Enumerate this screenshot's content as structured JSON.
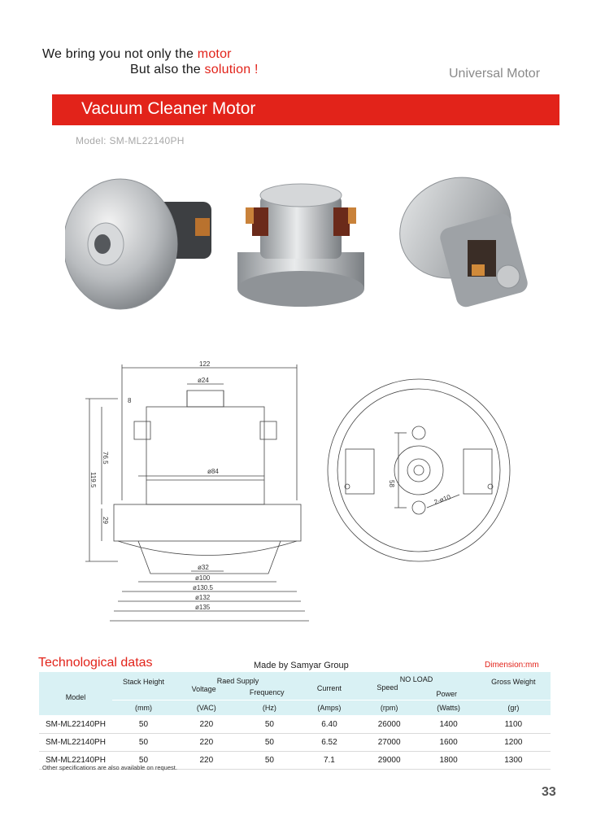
{
  "header": {
    "tagline_1_prefix": "We bring you not only the ",
    "tagline_1_highlight": "motor",
    "tagline_2_prefix": "But also the ",
    "tagline_2_highlight": "solution !",
    "category": "Universal Motor"
  },
  "banner": {
    "title": "Vacuum Cleaner Motor"
  },
  "model_label": "Model: SM-ML22140PH",
  "drawing": {
    "dims": [
      "122",
      "ø24",
      "8",
      "76.5",
      "119.5",
      "ø84",
      "29",
      "ø32",
      "ø100",
      "ø130.5",
      "ø132",
      "ø135"
    ],
    "front_dims": [
      "58",
      "2-ø10"
    ]
  },
  "tech": {
    "title": "Technological datas",
    "maker": "Made by Samyar Group",
    "dimension_unit": "Dimension:mm",
    "headers": {
      "model": "Model",
      "stack_height": "Stack Height",
      "rated_supply": "Raed Supply",
      "voltage": "Voltage",
      "frequency": "Frequency",
      "current": "Current",
      "no_load": "NO LOAD",
      "speed": "Speed",
      "power": "Power",
      "gross_weight": "Gross Weight"
    },
    "units": [
      "(mm)",
      "(VAC)",
      "(Hz)",
      "(Amps)",
      "(rpm)",
      "(Watts)",
      "(gr)"
    ],
    "rows": [
      [
        "SM-ML22140PH",
        "50",
        "220",
        "50",
        "6.40",
        "26000",
        "1400",
        "1100"
      ],
      [
        "SM-ML22140PH",
        "50",
        "220",
        "50",
        "6.52",
        "27000",
        "1600",
        "1200"
      ],
      [
        "SM-ML22140PH",
        "50",
        "220",
        "50",
        "7.1",
        "29000",
        "1800",
        "1300"
      ]
    ],
    "note": "Other specifications are also available on request."
  },
  "page_number": "33",
  "colors": {
    "accent": "#e2231a",
    "table_header": "#d9f1f4",
    "muted": "#8a8a8a"
  }
}
